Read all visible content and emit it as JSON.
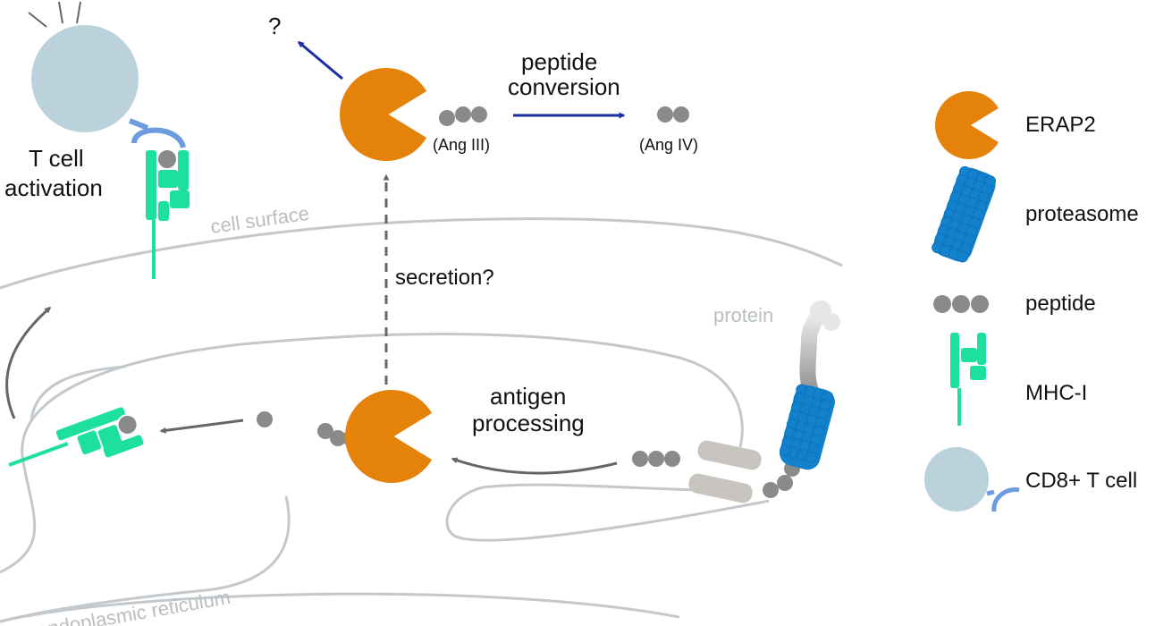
{
  "diagram": {
    "colors": {
      "erap2": "#E5820A",
      "proteasome": "#1282CE",
      "peptide": "#8A8A8A",
      "mhc": "#1DE0A0",
      "tcell": "#BBD1DC",
      "tcr": "#6D9BE0",
      "membrane": "#C2C8CC",
      "arrow_blue": "#1A2FA3",
      "arrow_grey": "#666666",
      "label_grey": "#B9BEC2"
    },
    "labels": {
      "question": "?",
      "peptide_conversion_1": "peptide",
      "peptide_conversion_2": "conversion",
      "ang_iii": "(Ang III)",
      "ang_iv": "(Ang IV)",
      "t_cell_1": "T cell",
      "t_cell_2": "activation",
      "cell_surface": "cell surface",
      "secretion": "secretion?",
      "protein": "protein",
      "antigen_1": "antigen",
      "antigen_2": "processing",
      "er": "endoplasmic reticulum"
    },
    "legend": [
      {
        "key": "erap2",
        "label": "ERAP2",
        "icon": "erap2-pacman-icon"
      },
      {
        "key": "proteasome",
        "label": "proteasome",
        "icon": "proteasome-icon"
      },
      {
        "key": "peptide",
        "label": "peptide",
        "icon": "peptide-icon"
      },
      {
        "key": "mhc",
        "label": "MHC-I",
        "icon": "mhc-icon"
      },
      {
        "key": "tcell",
        "label": "CD8+ T cell",
        "icon": "t-cell-icon"
      }
    ]
  }
}
